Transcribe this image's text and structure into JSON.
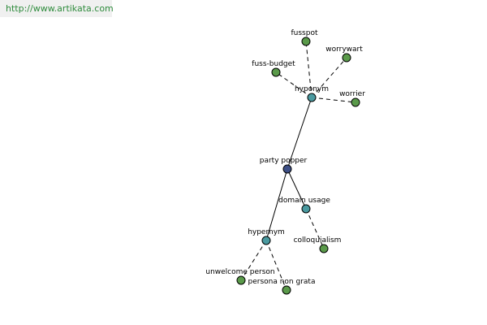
{
  "watermark": {
    "text": "http://www.artikata.com"
  },
  "colors": {
    "root": "#3d4f86",
    "relation": "#4a9aa0",
    "leaf": "#5a9a4a"
  },
  "nodes": [
    {
      "id": "party-popper",
      "label": "party popper",
      "kind": "root"
    },
    {
      "id": "hyponym",
      "label": "hyponym",
      "kind": "relation"
    },
    {
      "id": "domain-usage",
      "label": "domain usage",
      "kind": "relation"
    },
    {
      "id": "hypernym",
      "label": "hypernym",
      "kind": "relation"
    },
    {
      "id": "fusspot",
      "label": "fusspot",
      "kind": "leaf"
    },
    {
      "id": "worrywart",
      "label": "worrywart",
      "kind": "leaf"
    },
    {
      "id": "fuss-budget",
      "label": "fuss-budget",
      "kind": "leaf"
    },
    {
      "id": "worrier",
      "label": "worrier",
      "kind": "leaf"
    },
    {
      "id": "colloquialism",
      "label": "colloquialism",
      "kind": "leaf"
    },
    {
      "id": "unwelcome-person",
      "label": "unwelcome person",
      "kind": "leaf"
    },
    {
      "id": "persona-non-grata",
      "label": "persona non grata",
      "kind": "leaf"
    }
  ],
  "edges": [
    {
      "from": "party-popper",
      "to": "hyponym",
      "style": "solid"
    },
    {
      "from": "party-popper",
      "to": "domain-usage",
      "style": "solid"
    },
    {
      "from": "party-popper",
      "to": "hypernym",
      "style": "solid"
    },
    {
      "from": "hyponym",
      "to": "fusspot",
      "style": "dashed"
    },
    {
      "from": "hyponym",
      "to": "worrywart",
      "style": "dashed"
    },
    {
      "from": "hyponym",
      "to": "fuss-budget",
      "style": "dashed"
    },
    {
      "from": "hyponym",
      "to": "worrier",
      "style": "dashed"
    },
    {
      "from": "domain-usage",
      "to": "colloquialism",
      "style": "dashed"
    },
    {
      "from": "hypernym",
      "to": "unwelcome-person",
      "style": "dashed"
    },
    {
      "from": "hypernym",
      "to": "persona-non-grata",
      "style": "dashed"
    }
  ]
}
